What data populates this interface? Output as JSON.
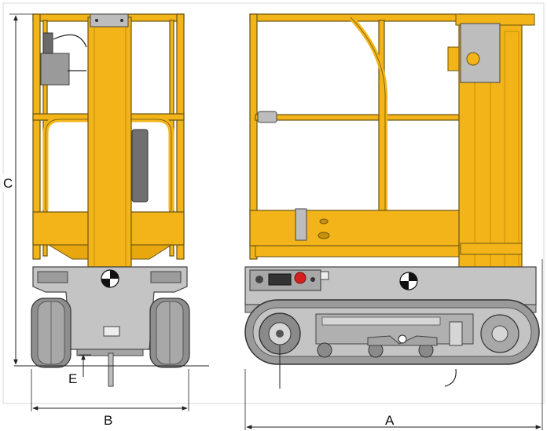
{
  "dimensions": {
    "a": "A",
    "b": "B",
    "c": "C",
    "e": "E"
  },
  "colors": {
    "frame_yellow": "#f2b418",
    "frame_outline": "#6a5410",
    "chassis_grey": "#c4c4c4",
    "dark_grey": "#5c5c5c",
    "tyre_grey": "#8e8e8e",
    "dimension_line": "#222222",
    "stop_button_red": "#d42020"
  }
}
